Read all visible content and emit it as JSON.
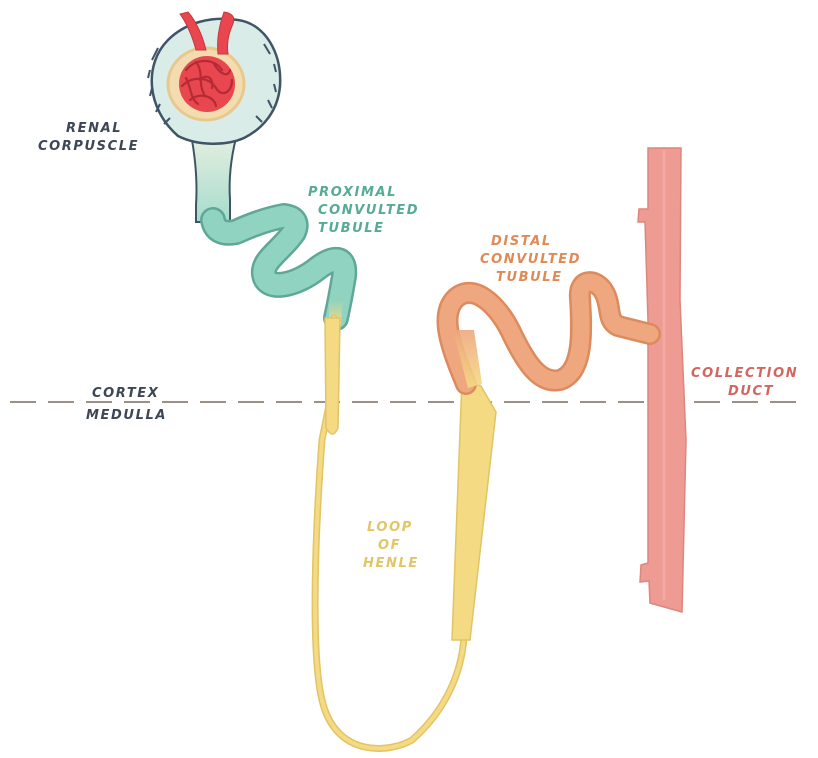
{
  "labels": {
    "renal_corpuscle": [
      "RENAL",
      "CORPUSCLE"
    ],
    "proximal": [
      "PROXIMAL",
      "CONVULTED",
      "TUBULE"
    ],
    "distal": [
      "DISTAL",
      "CONVULTED",
      "TUBULE"
    ],
    "collection": [
      "COLLECTION",
      "DUCT"
    ],
    "cortex": "CORTEX",
    "medulla": "MEDULLA",
    "loop": [
      "LOOP",
      "OF",
      "HENLE"
    ]
  },
  "colors": {
    "glomerulus": "#e8474f",
    "capsule_fill": "#d9ece8",
    "capsule_border": "#3f5565",
    "proximal": "#8fd3c0",
    "loop": "#f5da84",
    "distal": "#eea77f",
    "collection_duct": "#ee9b93",
    "label_dark": "#3c4655",
    "label_green": "#55ab96",
    "label_orange": "#df8a55",
    "label_yellow": "#e1c666",
    "label_red": "#d3675f",
    "divider": "#7b6a5a"
  }
}
